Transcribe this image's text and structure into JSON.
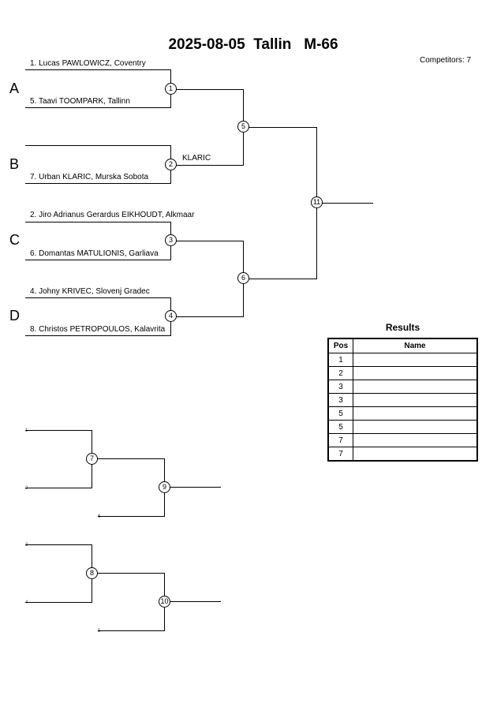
{
  "header": {
    "title": "2025-08-05  Tallin   M-66",
    "competitors": "Competitors: 7"
  },
  "pools": [
    "A",
    "B",
    "C",
    "D"
  ],
  "entries": {
    "e1": "1. Lucas PAWLOWICZ, Coventry",
    "e5": "5. Taavi TOOMPARK, Tallinn",
    "e7": "7. Urban KLARIC, Murska Sobota",
    "e2": "2. Jiro Adrianus Gerardus EIKHOUDT, Alkmaar",
    "e6": "6. Domantas MATULIONIS, Garliava",
    "e4": "4. Johny KRIVEC, Slovenj Gradec",
    "e8": "8. Christos PETROPOULOS, Kalavrita"
  },
  "winners": {
    "match2": "KLARIC"
  },
  "matches": [
    "1",
    "2",
    "3",
    "4",
    "5",
    "6",
    "11",
    "7",
    "9",
    "8",
    "10"
  ],
  "repechage": {
    "seeds": [
      "1",
      "2",
      "6",
      "3",
      "4",
      "5"
    ]
  },
  "results": {
    "title": "Results",
    "headers": {
      "pos": "Pos",
      "name": "Name"
    },
    "rows": [
      "1",
      "2",
      "3",
      "3",
      "5",
      "5",
      "7",
      "7"
    ]
  }
}
